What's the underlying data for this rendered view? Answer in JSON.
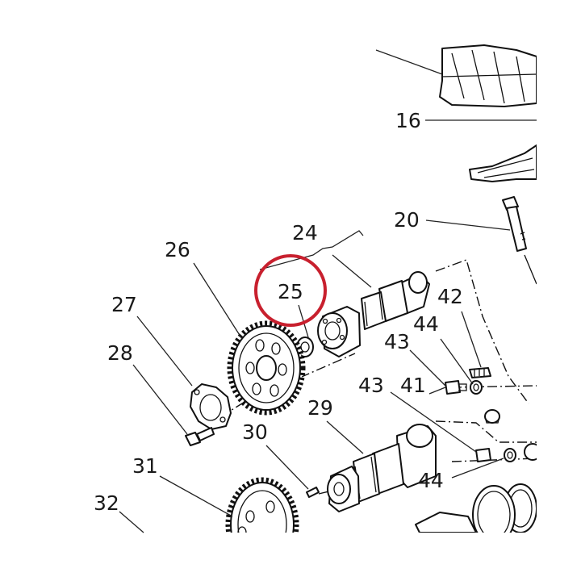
{
  "diagram": {
    "highlight_color": "#c8202e",
    "highlighted_part": "25",
    "labels": {
      "l16": "16",
      "l20": "20",
      "l24": "24",
      "l25": "25",
      "l26": "26",
      "l27": "27",
      "l28": "28",
      "l29": "29",
      "l30": "30",
      "l31": "31",
      "l32": "32",
      "l41": "41",
      "l42": "42",
      "l43a": "43",
      "l43b": "43",
      "l44a": "44",
      "l44b": "44"
    }
  }
}
